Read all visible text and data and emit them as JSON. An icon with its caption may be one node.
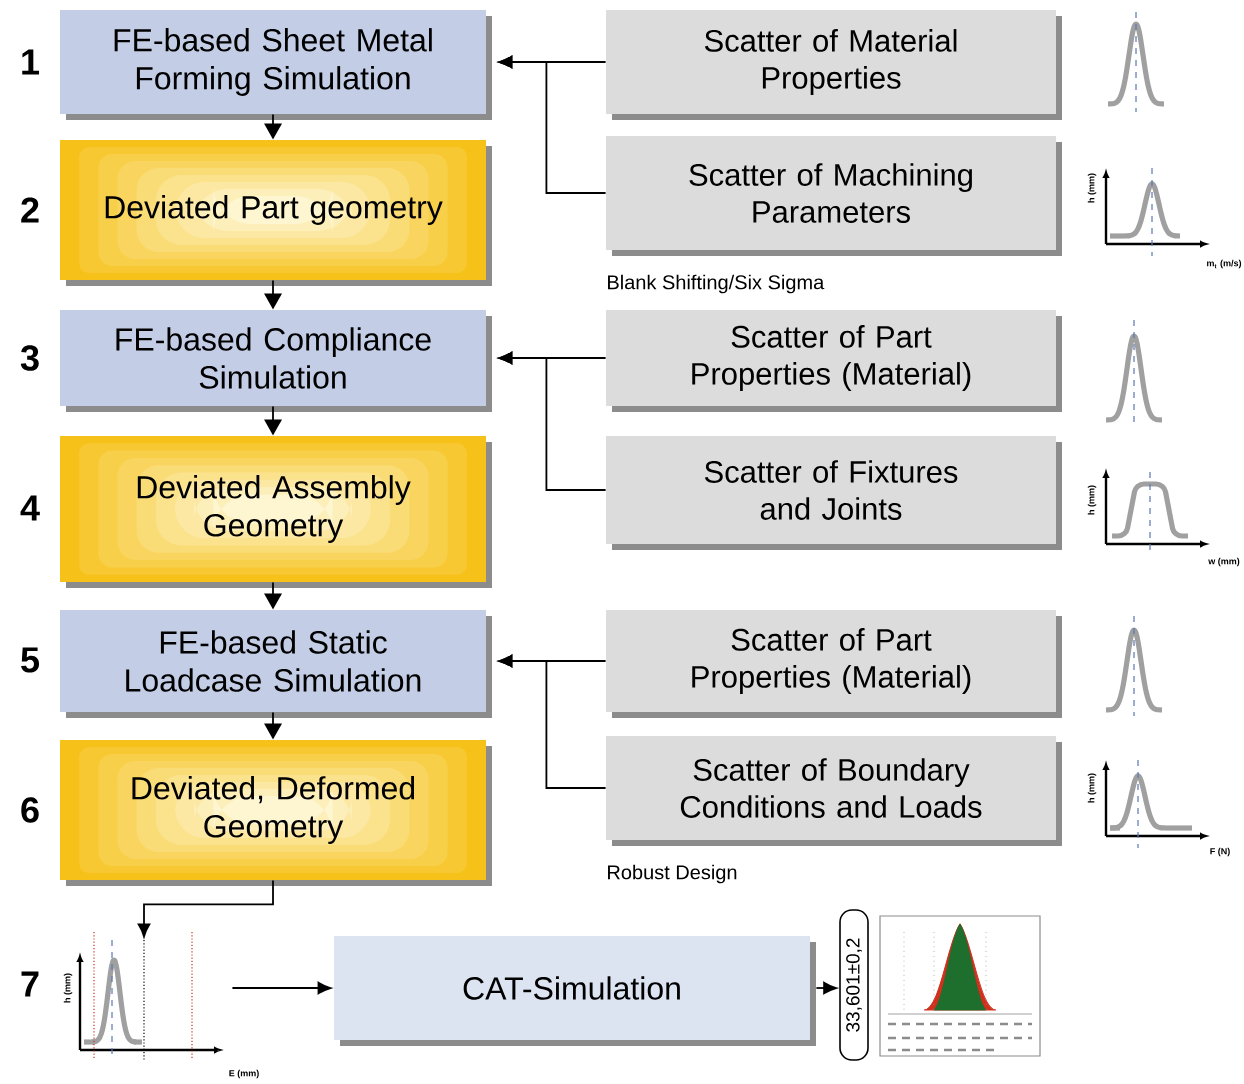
{
  "diagram": {
    "nodes": [
      {
        "text": [
          "FE-based Sheet Metal Forming Simulation"
        ]
      },
      {
        "text": [
          "Deviated Part geometry"
        ]
      },
      {
        "text": [
          "FE-based Compliance Simulation"
        ]
      },
      {
        "text": [
          "Deviated Assembly Geometry"
        ]
      },
      {
        "text": [
          "FE-based Static Loadcase Simulation"
        ]
      },
      {
        "text": [
          "Deviated, Deformed Geometry"
        ]
      },
      {
        "text": [
          "Scatter of Material Properties"
        ]
      },
      {
        "text": [
          "Scatter of Machining Parameters"
        ]
      },
      {
        "text": [
          "Scatter of Part Properties (Material)"
        ]
      },
      {
        "text": [
          "Scatter of Fixtures and Joints"
        ]
      },
      {
        "text": [
          "Scatter of Part Properties (Material)"
        ]
      },
      {
        "text": [
          "Scatter of Boundary Conditions and Loads"
        ]
      },
      {
        "text": [],
        "shape": "picture"
      },
      {
        "text": [
          "CAT-Simulation"
        ]
      },
      {
        "text": [
          "33,601±0,2"
        ]
      }
    ],
    "edges": [
      {
        "from": 0,
        "to": 1,
        "arrow": "to"
      },
      {
        "from": 1,
        "to": 2,
        "arrow": "to"
      },
      {
        "from": 2,
        "to": 3,
        "arrow": "to"
      },
      {
        "from": 3,
        "to": 4,
        "arrow": "to"
      },
      {
        "from": 4,
        "to": 5,
        "arrow": "to"
      },
      {
        "from": 6,
        "to": 0,
        "arrow": "to"
      },
      {
        "from": 7,
        "to": 0,
        "arrow": "to"
      },
      {
        "from": 8,
        "to": 2,
        "arrow": "to"
      },
      {
        "from": 9,
        "to": 2,
        "arrow": "to"
      },
      {
        "from": 10,
        "to": 4,
        "arrow": "to"
      },
      {
        "from": 11,
        "to": 4,
        "arrow": "to"
      },
      {
        "from": 5,
        "to": 12,
        "arrow": "to"
      },
      {
        "from": 12,
        "to": 13,
        "arrow": "to"
      },
      {
        "from": 13,
        "to": 14,
        "arrow": "to"
      }
    ],
    "labels": [
      "1",
      "2",
      "h (mm)",
      "m$_{t}$ (m/s)",
      "Blank Shifting/Six Sigma",
      "3",
      "h (mm)",
      "4",
      "w (mm)",
      "5",
      "h (mm)",
      "6",
      "F (N)",
      "Robust Design",
      "7",
      "h (mm)",
      "E (mm)"
    ]
  }
}
